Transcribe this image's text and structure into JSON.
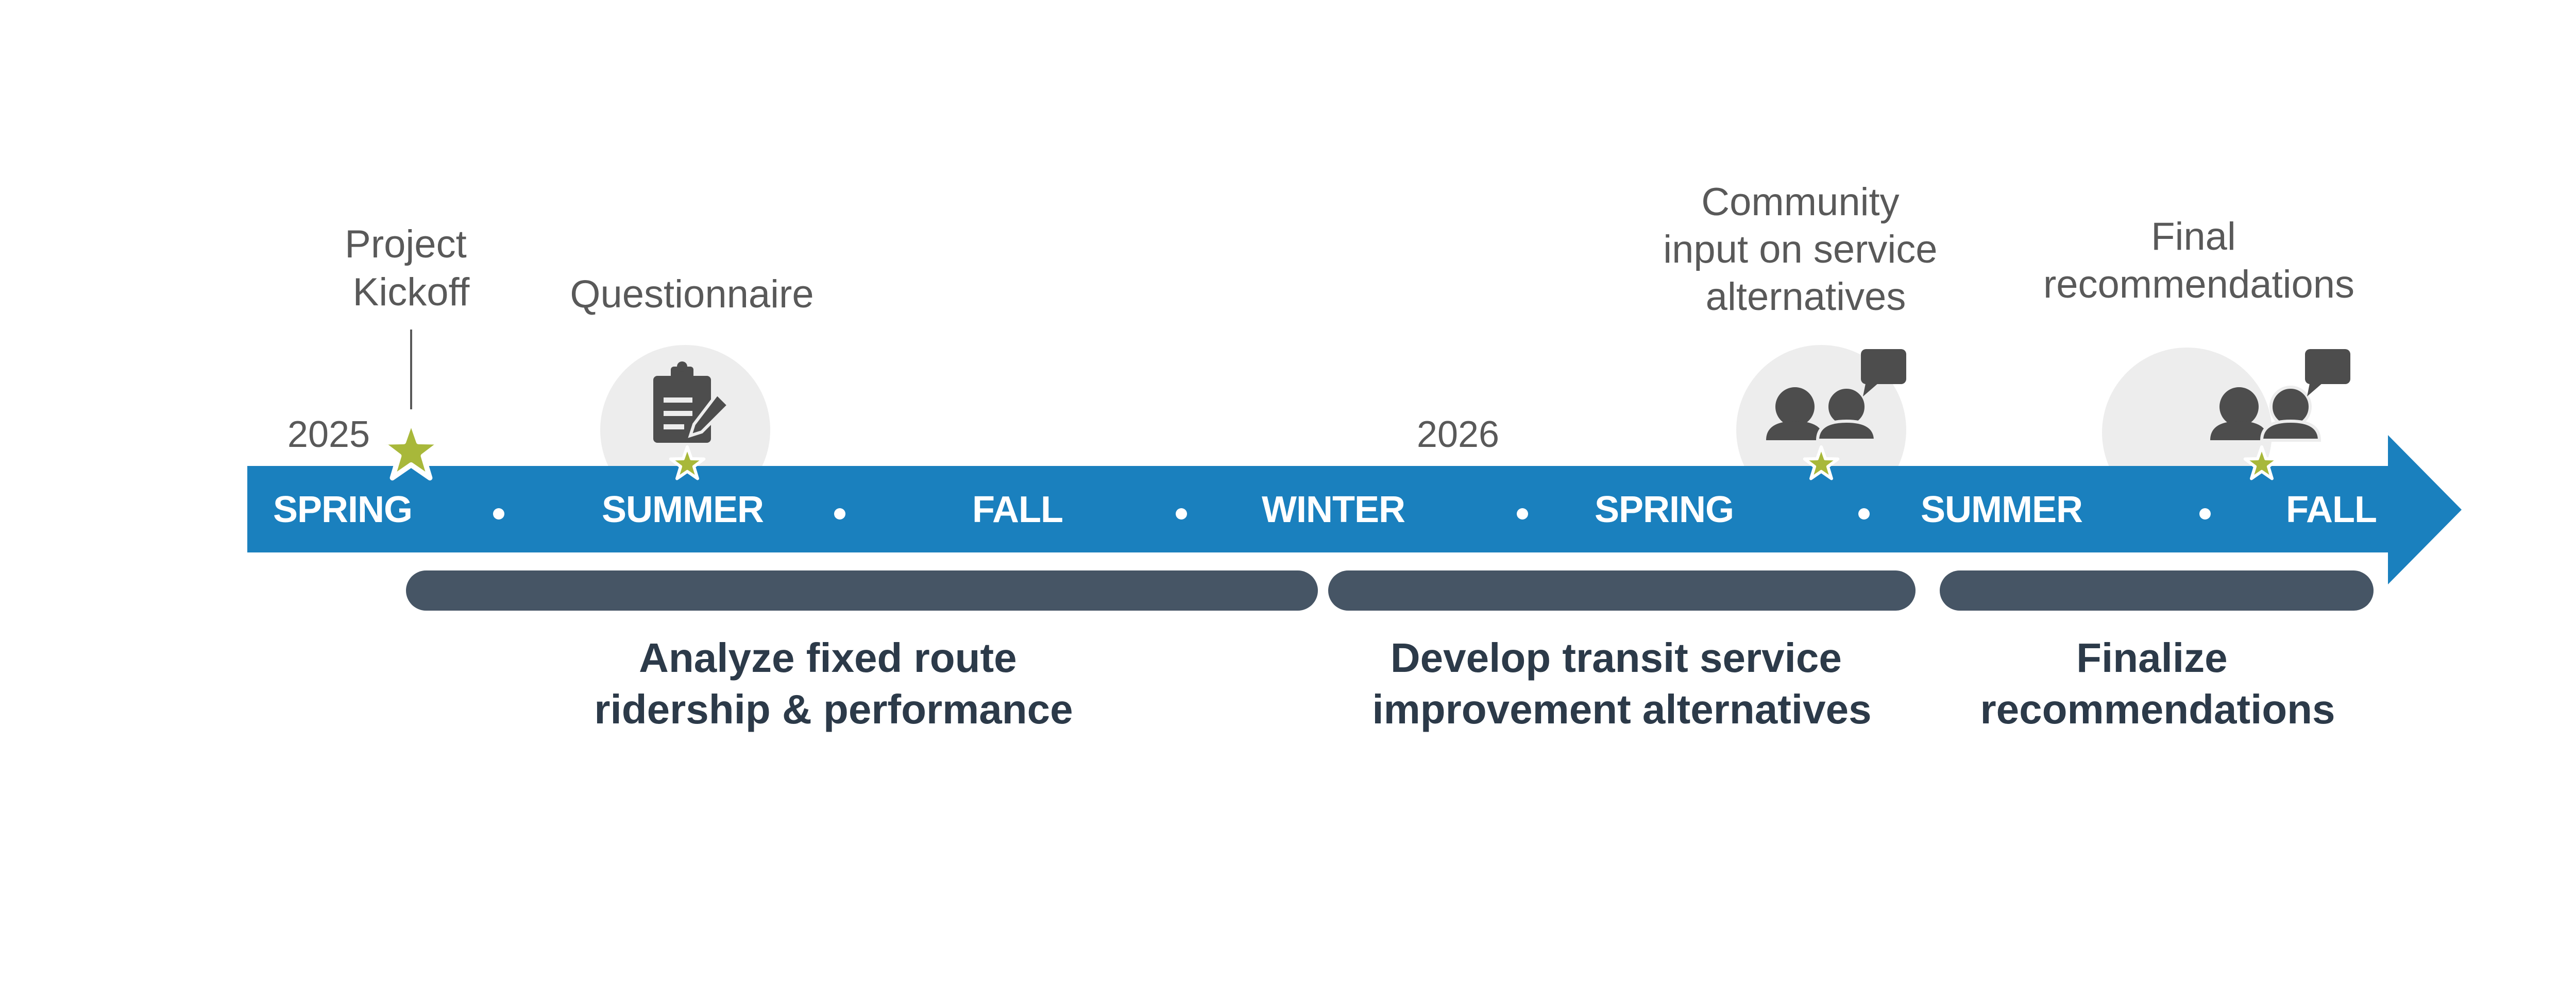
{
  "timeline": {
    "years": [
      "2025",
      "2026"
    ],
    "seasons": [
      "SPRING",
      "SUMMER",
      "FALL",
      "WINTER",
      "SPRING",
      "SUMMER",
      "FALL"
    ]
  },
  "milestones": [
    {
      "lines": [
        "Project",
        "Kickoff"
      ],
      "icon": "star-icon"
    },
    {
      "lines": [
        "Questionnaire"
      ],
      "icon": "clipboard-icon"
    },
    {
      "lines": [
        "Community",
        "input on service",
        "alternatives"
      ],
      "icon": "people-chat-icon"
    },
    {
      "lines": [
        "Final",
        "recommendations"
      ],
      "icon": "people-chat-icon"
    }
  ],
  "phases": [
    {
      "lines": [
        "Analyze fixed route",
        "ridership & performance"
      ]
    },
    {
      "lines": [
        "Develop transit service",
        "improvement alternatives"
      ]
    },
    {
      "lines": [
        "Finalize",
        "recommendations"
      ]
    }
  ],
  "colors": {
    "arrow": "#1a80be",
    "phase_bar": "#465565",
    "star": "#a8b83a",
    "icon": "#4d4d4d",
    "icon_bg": "#ededed",
    "label": "#595959",
    "phase_text": "#2c3a49"
  }
}
